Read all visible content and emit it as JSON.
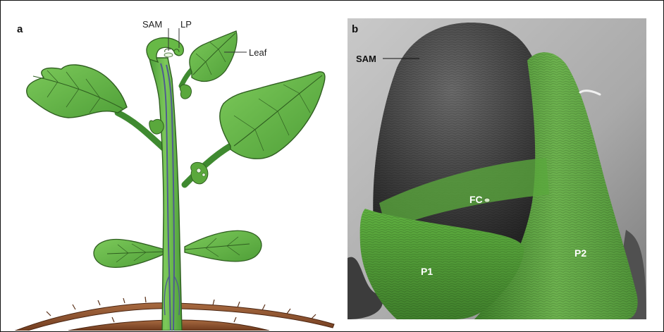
{
  "panel_a": {
    "letter": "a",
    "labels": {
      "sam": "SAM",
      "lp": "LP",
      "leaf": "Leaf"
    }
  },
  "panel_b": {
    "letter": "b",
    "labels": {
      "sam": "SAM",
      "fc": "FC",
      "p1": "P1",
      "p2": "P2"
    }
  },
  "colors": {
    "leaf_green": "#67b946",
    "stem_green": "#5fb34a",
    "vein_blue": "#4f5c8f",
    "root_brown": "#8a4a2a",
    "sem_gray": "#4a4a4a",
    "primordium_green": "#5aa83c"
  }
}
